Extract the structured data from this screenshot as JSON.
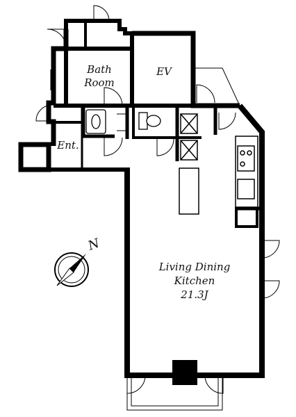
{
  "rooms": {
    "bath_line1": "Bath",
    "bath_line2": "Room",
    "ev": "EV",
    "entrance": "Ent.",
    "ldk_line1": "Living Dining",
    "ldk_line2": "Kitchen",
    "ldk_area": "21.3J"
  },
  "compass": {
    "north_label": "N",
    "icon": "compass-icon"
  }
}
